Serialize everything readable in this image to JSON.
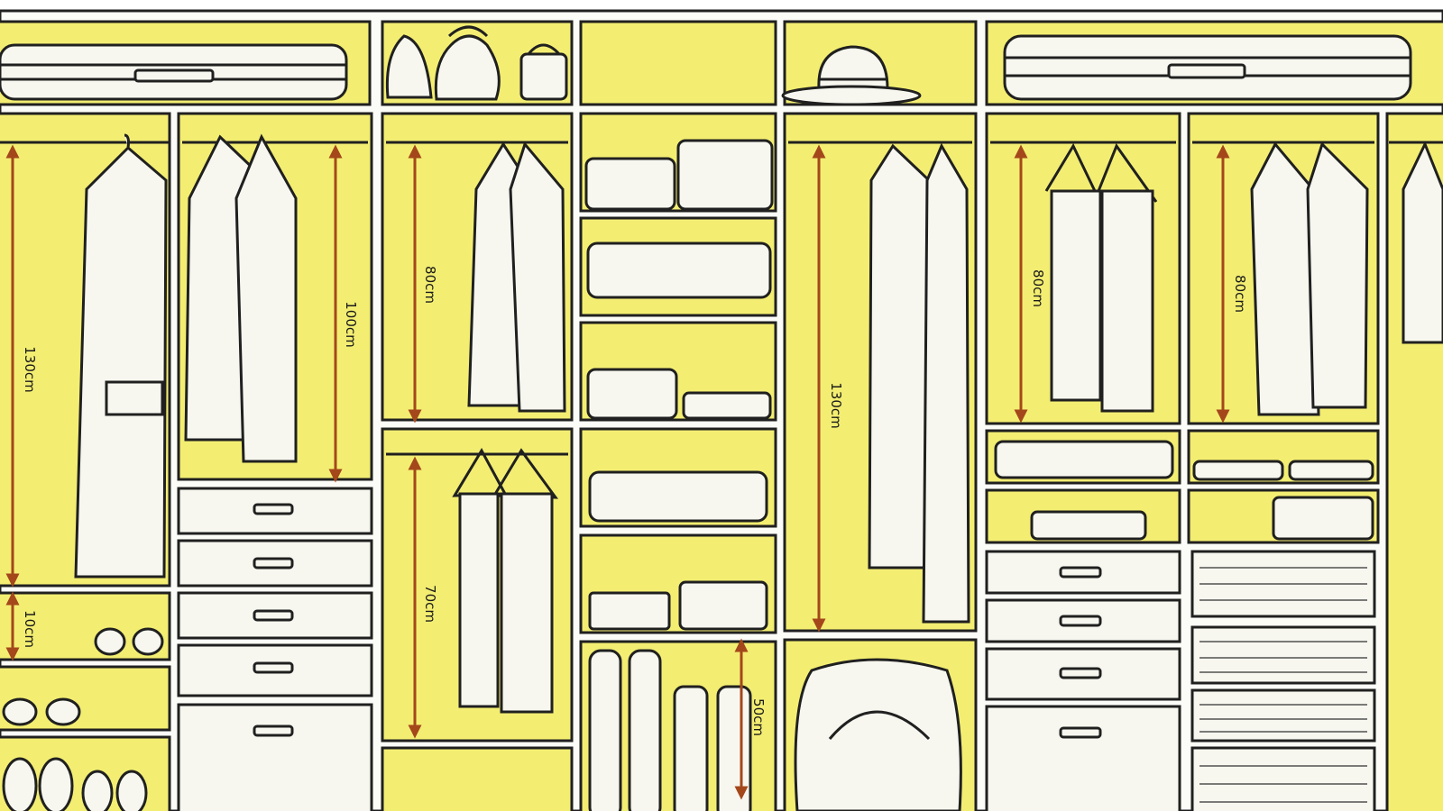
{
  "colors": {
    "background": "#ffffff",
    "panel_fill": "#f3ee72",
    "outline": "#202020",
    "item_fill": "#f7f7f0",
    "dimension_arrow": "#a4471b"
  },
  "dimensions": {
    "coat_left": "130cm",
    "jackets": "100cm",
    "shirts_top": "80cm",
    "trousers_lower": "70cm",
    "long_center": "130cm",
    "trousers_right": "80cm",
    "shirts_right": "80cm",
    "shoe_shelf": "10cm",
    "boots": "50cm"
  }
}
